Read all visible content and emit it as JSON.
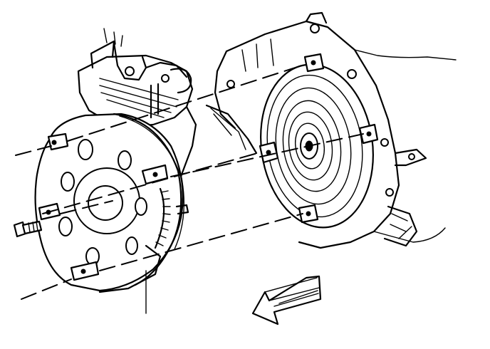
{
  "diagram": {
    "kind": "exploded-line-drawing",
    "parts": [
      "engine-block",
      "flexplate",
      "flexplate-bolt",
      "torque-converter",
      "transmission-housing",
      "direction-arrow"
    ],
    "colors": {
      "ink": "#000000",
      "paper": "#ffffff"
    },
    "direction_arrow": "points-down-left"
  }
}
